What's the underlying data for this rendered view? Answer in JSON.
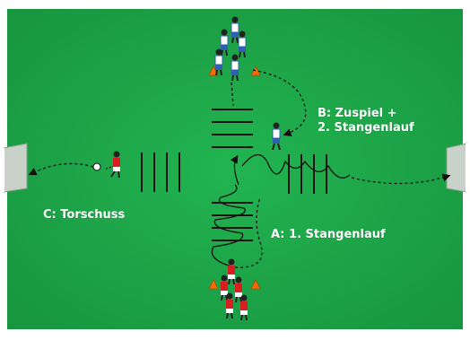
{
  "labels": {
    "station_a": "A: 1. Stangenlauf",
    "station_b_line1": "B: Zuspiel +",
    "station_b_line2": "2. Stangenlauf",
    "station_c": "C: Torschuss"
  },
  "colors": {
    "pitch": "#1ea84a",
    "pitch_dark": "#178a3b",
    "border": "#ffffff",
    "team_red": "#d81e1e",
    "team_blue": "#2f5fb0",
    "cone": "#ff6a00",
    "poles": "#111111",
    "path": "#111111",
    "goal": "#cfd8cf"
  }
}
